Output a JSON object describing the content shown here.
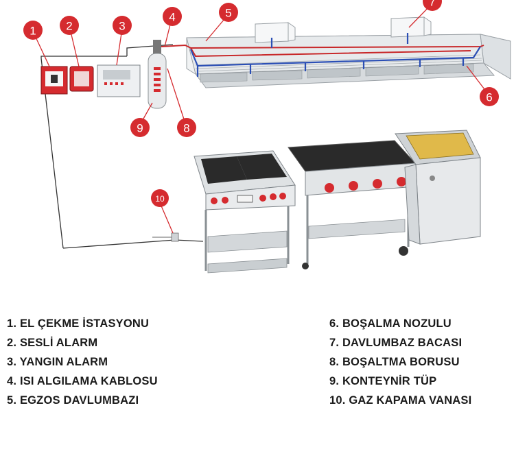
{
  "callouts": [
    {
      "n": "1"
    },
    {
      "n": "2"
    },
    {
      "n": "3"
    },
    {
      "n": "4"
    },
    {
      "n": "5"
    },
    {
      "n": "6"
    },
    {
      "n": "7"
    },
    {
      "n": "8"
    },
    {
      "n": "9"
    },
    {
      "n": "10"
    }
  ],
  "legend": {
    "left": [
      "1. EL ÇEKME İSTASYONU",
      "2. SESLİ ALARM",
      "3. YANGIN ALARM",
      "4. ISI ALGILAMA KABLOSU",
      "5. EGZOS DAVLUMBAZI"
    ],
    "right": [
      "6. BOŞALMA NOZULU",
      "7.  DAVLUMBAZ BACASI",
      "8. BOŞALTMA  BORUSU",
      "9. KONTEYNİR TÜP",
      "10. GAZ KAPAMA VANASI"
    ]
  },
  "colors": {
    "callout": "#d52b2f",
    "pipe_red": "#c8282a",
    "pipe_blue": "#2b4fb5",
    "steel": "#cfd3d6",
    "cooktop": "#2a2a2a"
  }
}
